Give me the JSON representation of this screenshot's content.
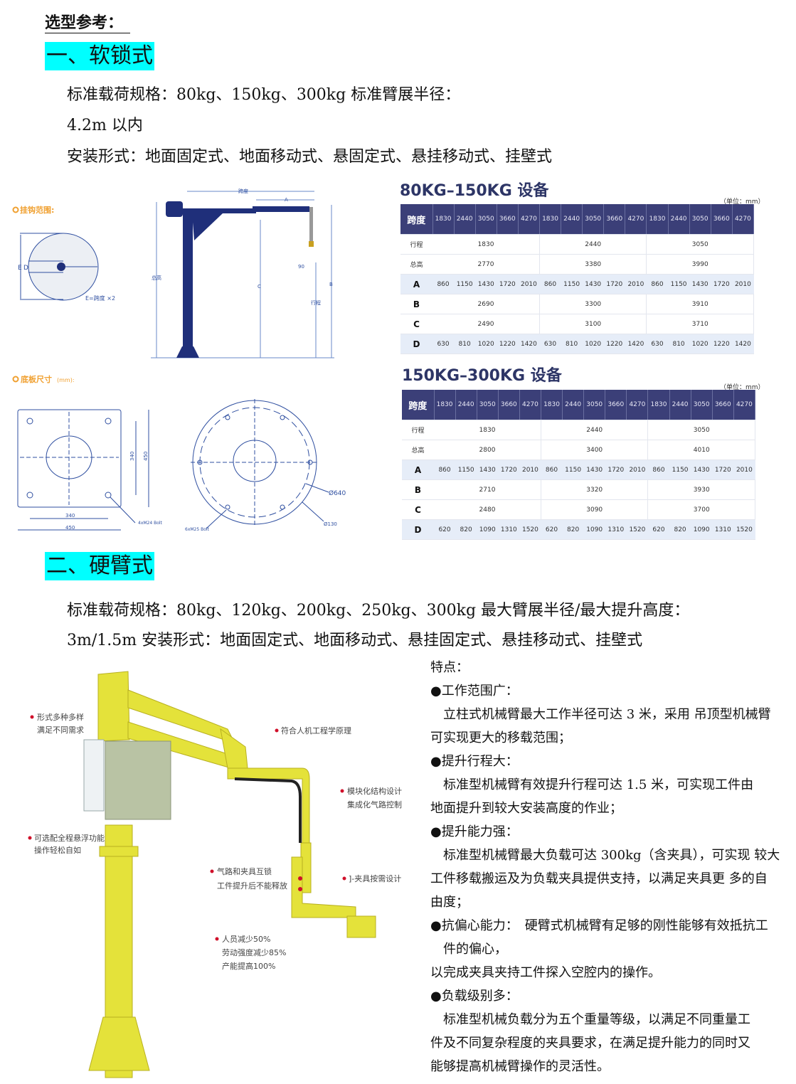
{
  "title": "选型参考：",
  "section1": {
    "heading": "一、软锁式",
    "lines": [
      "标准载荷规格：80kg、150kg、300kg 标准臂展半径：",
      "4.2m 以内",
      "安装形式：地面固定式、地面移动式、悬固定式、悬挂移动式、挂壁式"
    ]
  },
  "diagram": {
    "hook_range_label": "挂钩范围:",
    "e_label": "E",
    "d_label": "D",
    "e_formula": "E=跨度 ×2",
    "span_label": "跨度",
    "a_label": "A",
    "total_height_label": "总高",
    "c_label": "C",
    "b_label": "B",
    "stroke_label": "行程",
    "dim_90": "90",
    "base_plate_label": "底板尺寸",
    "base_plate_unit": "(mm):",
    "dim_340_v": "340",
    "dim_450_v": "450",
    "dim_340_h": "340",
    "dim_450_h": "450",
    "bolt_square": "4xM24 Bolt",
    "bolt_round": "6xM25 Bolt",
    "dia_outer": "Ø640",
    "dia_inner": "Ø130"
  },
  "tables": [
    {
      "title": "80KG–150KG 设备",
      "unit": "（单位：mm）",
      "header_label": "跨度",
      "spans": [
        "1830",
        "2440",
        "3050",
        "3660",
        "4270",
        "1830",
        "2440",
        "3050",
        "3660",
        "4270",
        "1830",
        "2440",
        "3050",
        "3660",
        "4270"
      ],
      "rows": [
        {
          "label": "行程",
          "merged": true,
          "values": [
            "1830",
            "2440",
            "3050"
          ]
        },
        {
          "label": "总高",
          "merged": true,
          "values": [
            "2770",
            "3380",
            "3990"
          ]
        },
        {
          "label": "A",
          "merged": false,
          "values": [
            "860",
            "1150",
            "1430",
            "1720",
            "2010",
            "860",
            "1150",
            "1430",
            "1720",
            "2010",
            "860",
            "1150",
            "1430",
            "1720",
            "2010"
          ]
        },
        {
          "label": "B",
          "merged": true,
          "values": [
            "2690",
            "3300",
            "3910"
          ]
        },
        {
          "label": "C",
          "merged": true,
          "values": [
            "2490",
            "3100",
            "3710"
          ]
        },
        {
          "label": "D",
          "merged": false,
          "values": [
            "630",
            "810",
            "1020",
            "1220",
            "1420",
            "630",
            "810",
            "1020",
            "1220",
            "1420",
            "630",
            "810",
            "1020",
            "1220",
            "1420"
          ]
        }
      ]
    },
    {
      "title": "150KG–300KG 设备",
      "unit": "（单位：mm）",
      "header_label": "跨度",
      "spans": [
        "1830",
        "2440",
        "3050",
        "3660",
        "4270",
        "1830",
        "2440",
        "3050",
        "3660",
        "4270",
        "1830",
        "2440",
        "3050",
        "3660",
        "4270"
      ],
      "rows": [
        {
          "label": "行程",
          "merged": true,
          "values": [
            "1830",
            "2440",
            "3050"
          ]
        },
        {
          "label": "总高",
          "merged": true,
          "values": [
            "2800",
            "3400",
            "4010"
          ]
        },
        {
          "label": "A",
          "merged": false,
          "values": [
            "860",
            "1150",
            "1430",
            "1720",
            "2010",
            "860",
            "1150",
            "1430",
            "1720",
            "2010",
            "860",
            "1150",
            "1430",
            "1720",
            "2010"
          ]
        },
        {
          "label": "B",
          "merged": true,
          "values": [
            "2710",
            "3320",
            "3930"
          ]
        },
        {
          "label": "C",
          "merged": true,
          "values": [
            "2480",
            "3090",
            "3700"
          ]
        },
        {
          "label": "D",
          "merged": false,
          "values": [
            "620",
            "820",
            "1090",
            "1310",
            "1520",
            "620",
            "820",
            "1090",
            "1310",
            "1520",
            "620",
            "820",
            "1090",
            "1310",
            "1520"
          ]
        }
      ]
    }
  ],
  "section2": {
    "heading": "二、硬臂式",
    "lines": [
      "标准载荷规格：80kg、120kg、200kg、250kg、300kg 最大臂展半径/最大提升高度：",
      "3m/1.5m 安装形式：地面固定式、地面移动式、悬挂固定式、悬挂移动式、挂壁式"
    ]
  },
  "arm_callouts": {
    "c1": [
      "形式多种多样",
      "满足不同需求"
    ],
    "c2": [
      "符合人机工程学原理"
    ],
    "c3": [
      "模块化结构设计",
      "集成化气路控制"
    ],
    "c4": [
      "可选配全程悬浮功能",
      "操作轻松自如"
    ],
    "c5": [
      "气路和夹具互锁",
      "工件提升后不能释放"
    ],
    "c6": [
      "]-夹具按需设计"
    ],
    "c7": [
      "人员减少50%",
      "劳动强度减少85%",
      "产能提高100%"
    ]
  },
  "features": {
    "heading": "特点：",
    "lines": [
      "●工作范围广：",
      "　立柱式机械臂最大工作半径可达 3 米，采用 吊顶型机械臂",
      "可实现更大的移载范围；",
      "●提升行程大：",
      "　标准型机械臂有效提升行程可达 1.5 米，可实现工件由",
      "地面提升到较大安装高度的作业；",
      "●提升能力强：",
      "　标准型机械臂最大负载可达 300kg（含夹具），可实现 较大",
      "工件移载搬运及为负载夹具提供支持，以满足夹具更 多的自",
      "由度；",
      "●抗偏心能力：　硬臂式机械臂有足够的刚性能够有效抵抗工",
      "　件的偏心，",
      "以完成夹具夹持工件探入空腔内的操作。",
      "●负载级别多：",
      "　标准型机械负载分为五个重量等级，以满足不同重量工",
      "件及不同复杂程度的夹具要求，在满足提升能力的同时又",
      "能够提高机械臂操作的灵活性。"
    ]
  },
  "colors": {
    "highlight": "#00ffff",
    "table_header": "#3b3f78",
    "table_alt": "#e6edf8",
    "crane_blue": "#1f2f7a",
    "arm_yellow": "#e4e23a",
    "callout_red": "#d0102a",
    "orange_label": "#f0a030"
  }
}
